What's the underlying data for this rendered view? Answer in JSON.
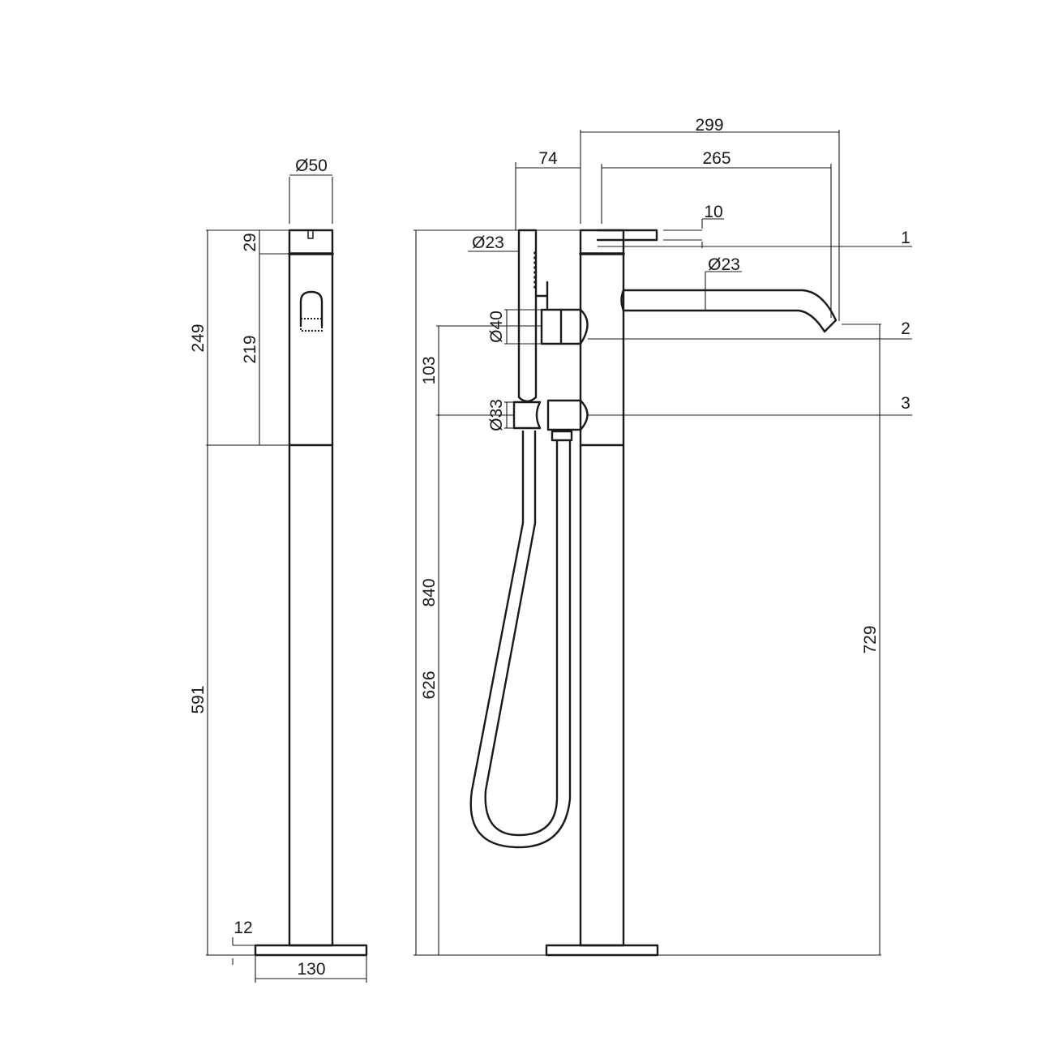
{
  "drawing": {
    "side_view": {
      "dim_diameter_top": "Ø50",
      "dim_total_upper": "249",
      "dim_cap": "29",
      "dim_body": "219",
      "dim_column": "591",
      "dim_base_thickness": "12",
      "dim_base_width": "130"
    },
    "front_view": {
      "dim_offset": "74",
      "dim_spout_outer": "299",
      "dim_spout_inner": "265",
      "dim_lever": "10",
      "dim_handshower": "Ø23",
      "dim_spout_diameter": "Ø23",
      "dim_holder_upper": "Ø40",
      "dim_holder_lower": "Ø33",
      "dim_holder_spacing": "103",
      "dim_total_height": "840",
      "dim_holder_height": "626",
      "dim_spout_height": "729",
      "callouts": [
        "1",
        "2",
        "3"
      ]
    }
  }
}
